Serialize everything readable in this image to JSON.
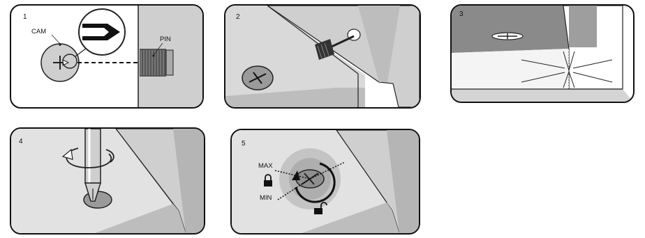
{
  "panels": [
    {
      "number": "1",
      "labels": {
        "cam": "CAM",
        "pin": "PIN"
      }
    },
    {
      "number": "2"
    },
    {
      "number": "3"
    },
    {
      "number": "4"
    },
    {
      "number": "5",
      "labels": {
        "max": "MAX",
        "min": "MIN"
      }
    }
  ],
  "icons": [
    "arrow-icon",
    "lock-icon",
    "unlock-icon",
    "rotation-arrow-icon",
    "screwdriver-icon"
  ]
}
